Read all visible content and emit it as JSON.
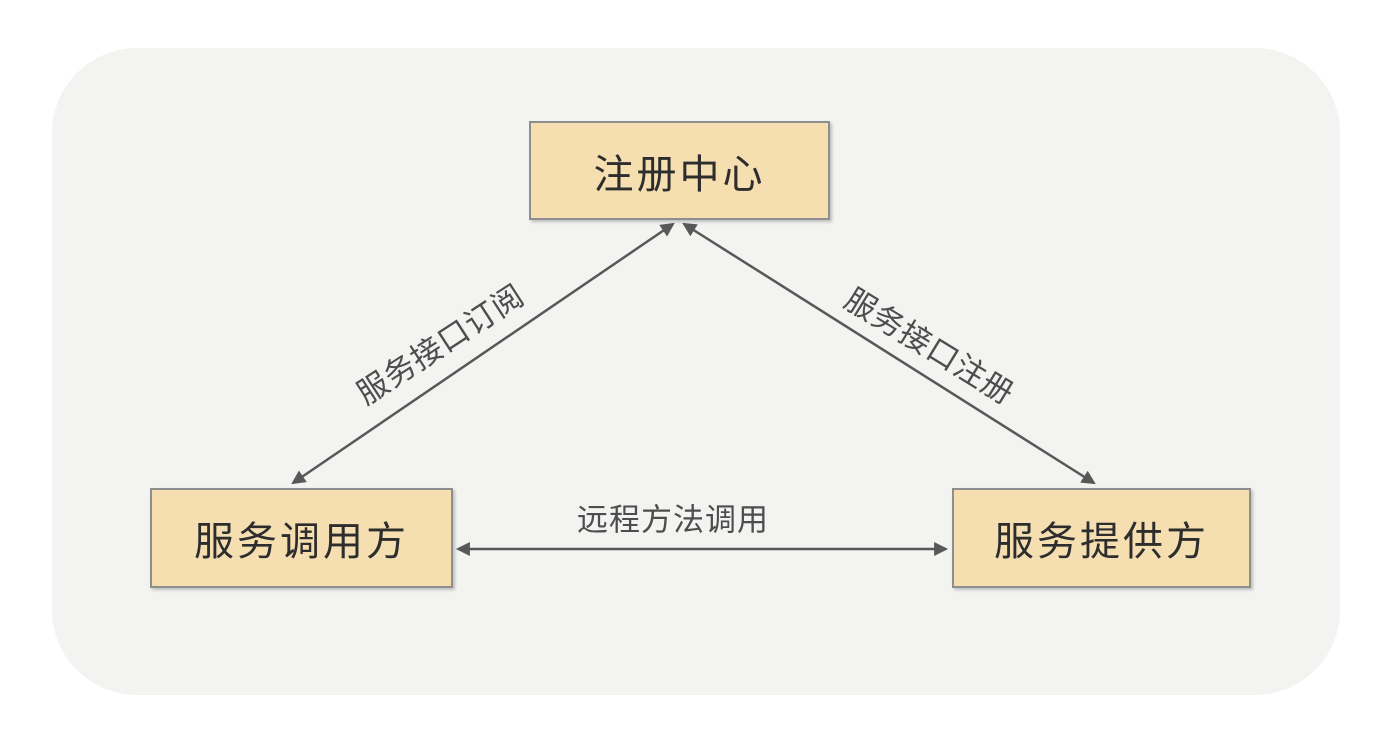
{
  "diagram": {
    "nodes": {
      "registry": {
        "label": "注册中心"
      },
      "consumer": {
        "label": "服务调用方"
      },
      "provider": {
        "label": "服务提供方"
      }
    },
    "edges": {
      "subscribe": {
        "label": "服务接口订阅",
        "from": "服务调用方",
        "to": "注册中心",
        "arrows": "both"
      },
      "register": {
        "label": "服务接口注册",
        "from": "服务提供方",
        "to": "注册中心",
        "arrows": "both"
      },
      "rpc": {
        "label": "远程方法调用",
        "from": "服务调用方",
        "to": "服务提供方",
        "arrows": "both"
      }
    },
    "colors": {
      "node_fill": "#f5deb0",
      "node_border": "#8e8e8e",
      "arrow": "#585858",
      "node_text": "#2d2d2d",
      "edge_text": "#4d4d4d",
      "card_background": "#f3f3f1",
      "page_background": "#ffffff"
    }
  }
}
